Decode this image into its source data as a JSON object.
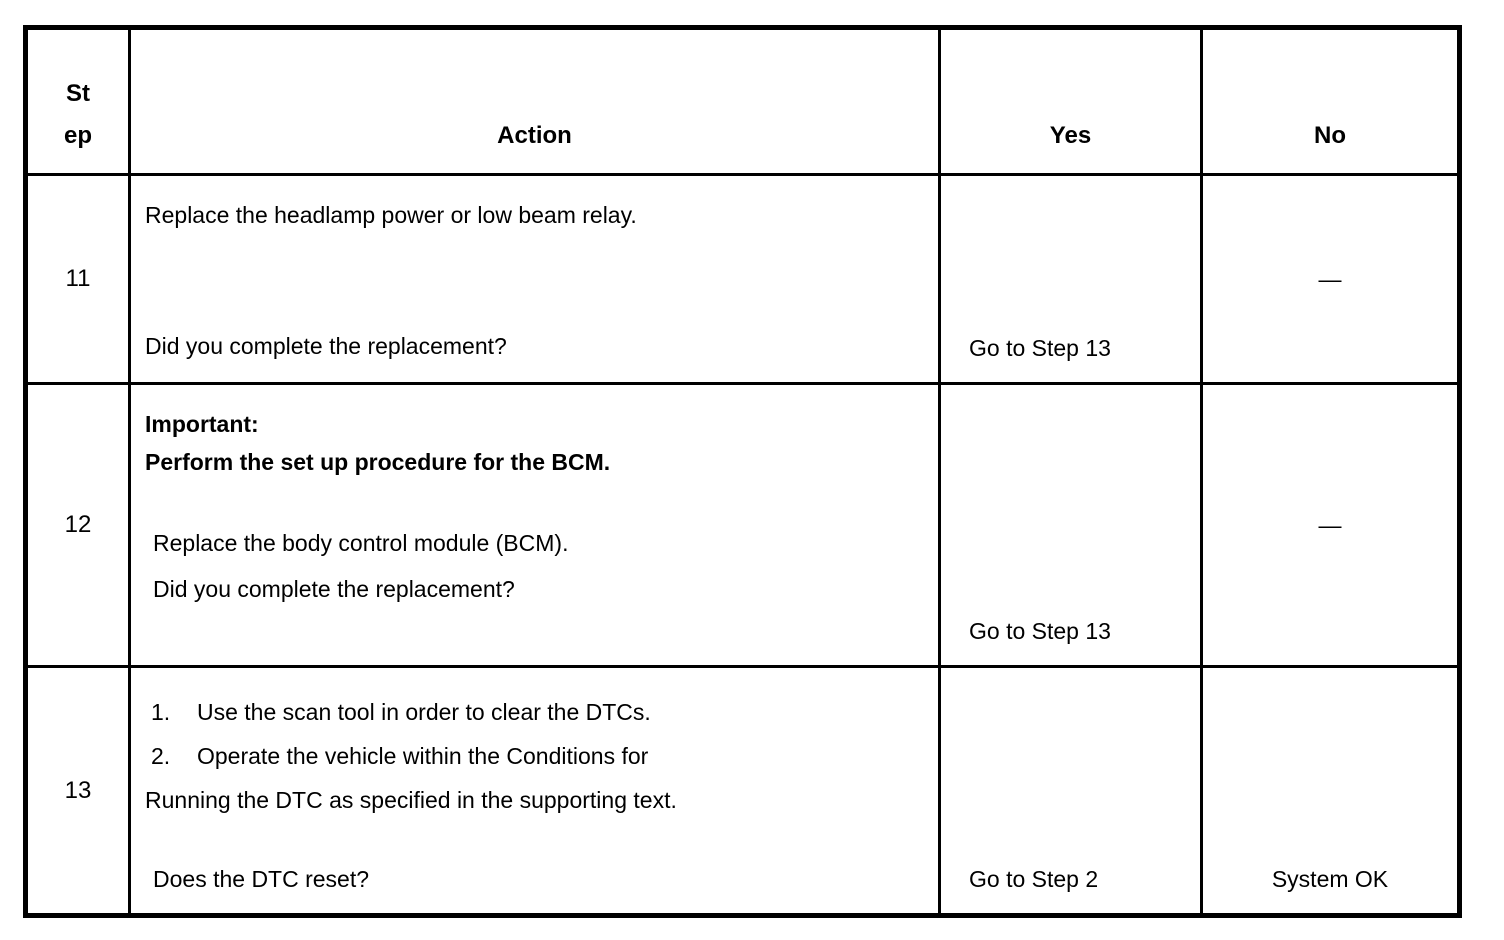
{
  "page": {
    "background_color": "#ffffff",
    "text_color": "#000000",
    "border_color": "#000000"
  },
  "table": {
    "headers": {
      "step_line1": "St",
      "step_line2": "ep",
      "action": "Action",
      "yes": "Yes",
      "no": "No"
    },
    "rows": [
      {
        "step": "11",
        "action": {
          "line1": "Replace the headlamp power or low beam relay.",
          "question": "Did you complete the replacement?"
        },
        "yes": "Go to Step 13",
        "no": "—"
      },
      {
        "step": "12",
        "action": {
          "important_label": "Important:",
          "important_text": "Perform the set up procedure for the BCM.",
          "line1": "Replace the body control module (BCM).",
          "question": "Did you complete the replacement?"
        },
        "yes": "Go to Step 13",
        "no": "—"
      },
      {
        "step": "13",
        "action": {
          "list": [
            {
              "num": "1.",
              "text": "Use the scan tool in order to clear the DTCs."
            },
            {
              "num": "2.",
              "text": "Operate the vehicle within the Conditions for"
            }
          ],
          "continuation": "Running the DTC as specified in the supporting text.",
          "question": "Does the DTC reset?"
        },
        "yes": "Go to Step 2",
        "no": "System OK"
      }
    ]
  }
}
